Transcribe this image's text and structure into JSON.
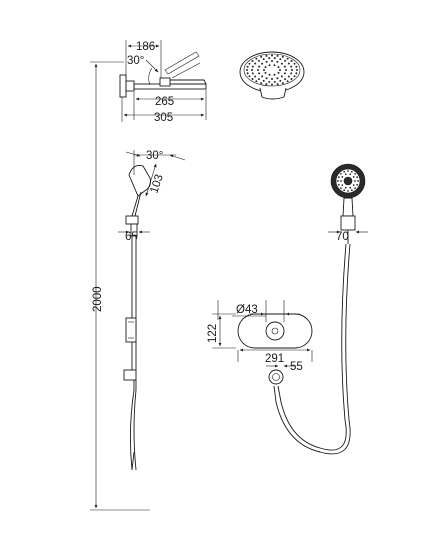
{
  "dimensions": {
    "head_depth": "186",
    "arm_angle": "30°",
    "arm_reach": "265",
    "arm_total": "305",
    "hand_tilt": "30°",
    "hand_length": "103",
    "rail_holder_width": "65",
    "total_height": "2000",
    "handshower_width": "70",
    "button_diameter": "Ø43",
    "panel_height": "122",
    "panel_width": "291",
    "outlet_depth": "55"
  }
}
